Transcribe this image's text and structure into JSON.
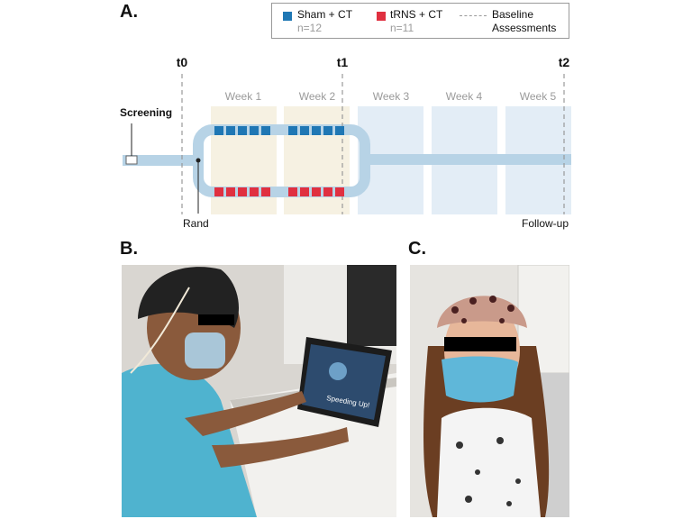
{
  "panels": {
    "a": "A.",
    "b": "B.",
    "c": "C."
  },
  "legend": {
    "sham_label": "Sham + CT",
    "sham_n": "n=12",
    "trns_label": "tRNS + CT",
    "trns_n": "n=11",
    "baseline_line1": "Baseline",
    "baseline_line2": "Assessments"
  },
  "timeline": {
    "t0": "t0",
    "t1": "t1",
    "t2": "t2",
    "screening": "Screening",
    "rand": "Rand",
    "follow_up": "Follow-up",
    "weeks": [
      "Week 1",
      "Week 2",
      "Week 3",
      "Week 4",
      "Week 5"
    ],
    "sessions_per_week": 5
  },
  "photo_b": {
    "tablet_text": "Speeding Up!"
  },
  "colors": {
    "sham": "#1f77b4",
    "trns": "#e03040",
    "track": "#b7d3e6",
    "week_train": "#f6f1e2",
    "week_follow": "#e3edf6",
    "week_label": "#9a9a9a"
  }
}
